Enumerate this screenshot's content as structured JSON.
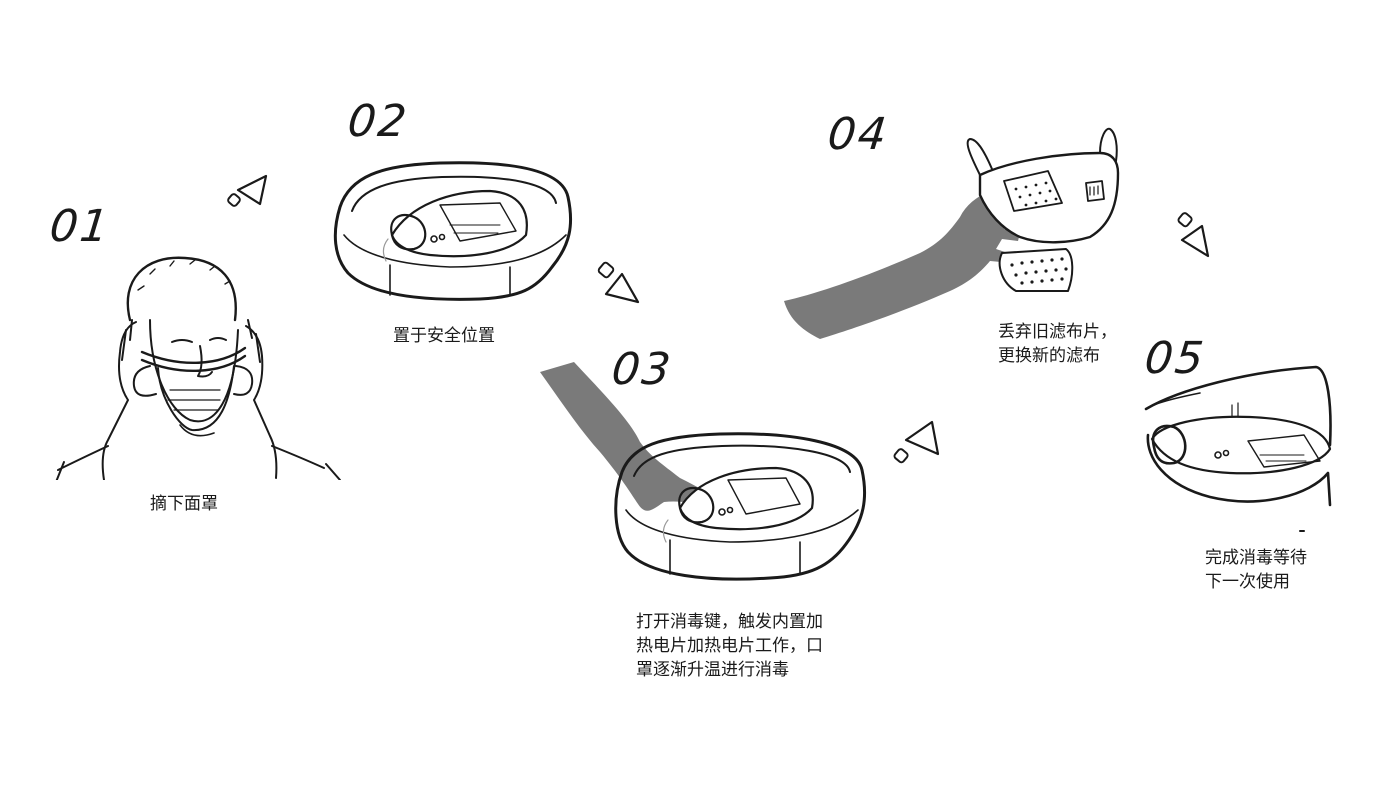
{
  "steps": [
    {
      "number": "01",
      "caption": "摘下面罩"
    },
    {
      "number": "02",
      "caption": "置于安全位置"
    },
    {
      "number": "03",
      "caption": "打开消毒键，触发内置加\n热电片加热电片工作，口\n罩逐渐升温进行消毒"
    },
    {
      "number": "04",
      "caption": "丢弃旧滤布片，\n更换新的滤布"
    },
    {
      "number": "05",
      "caption": "完成消毒等待\n下一次使用"
    }
  ],
  "colors": {
    "ink": "#1a1a1a",
    "hand": "#7a7a7a",
    "paper": "#ffffff"
  },
  "icons": [
    "arrow-icon"
  ]
}
